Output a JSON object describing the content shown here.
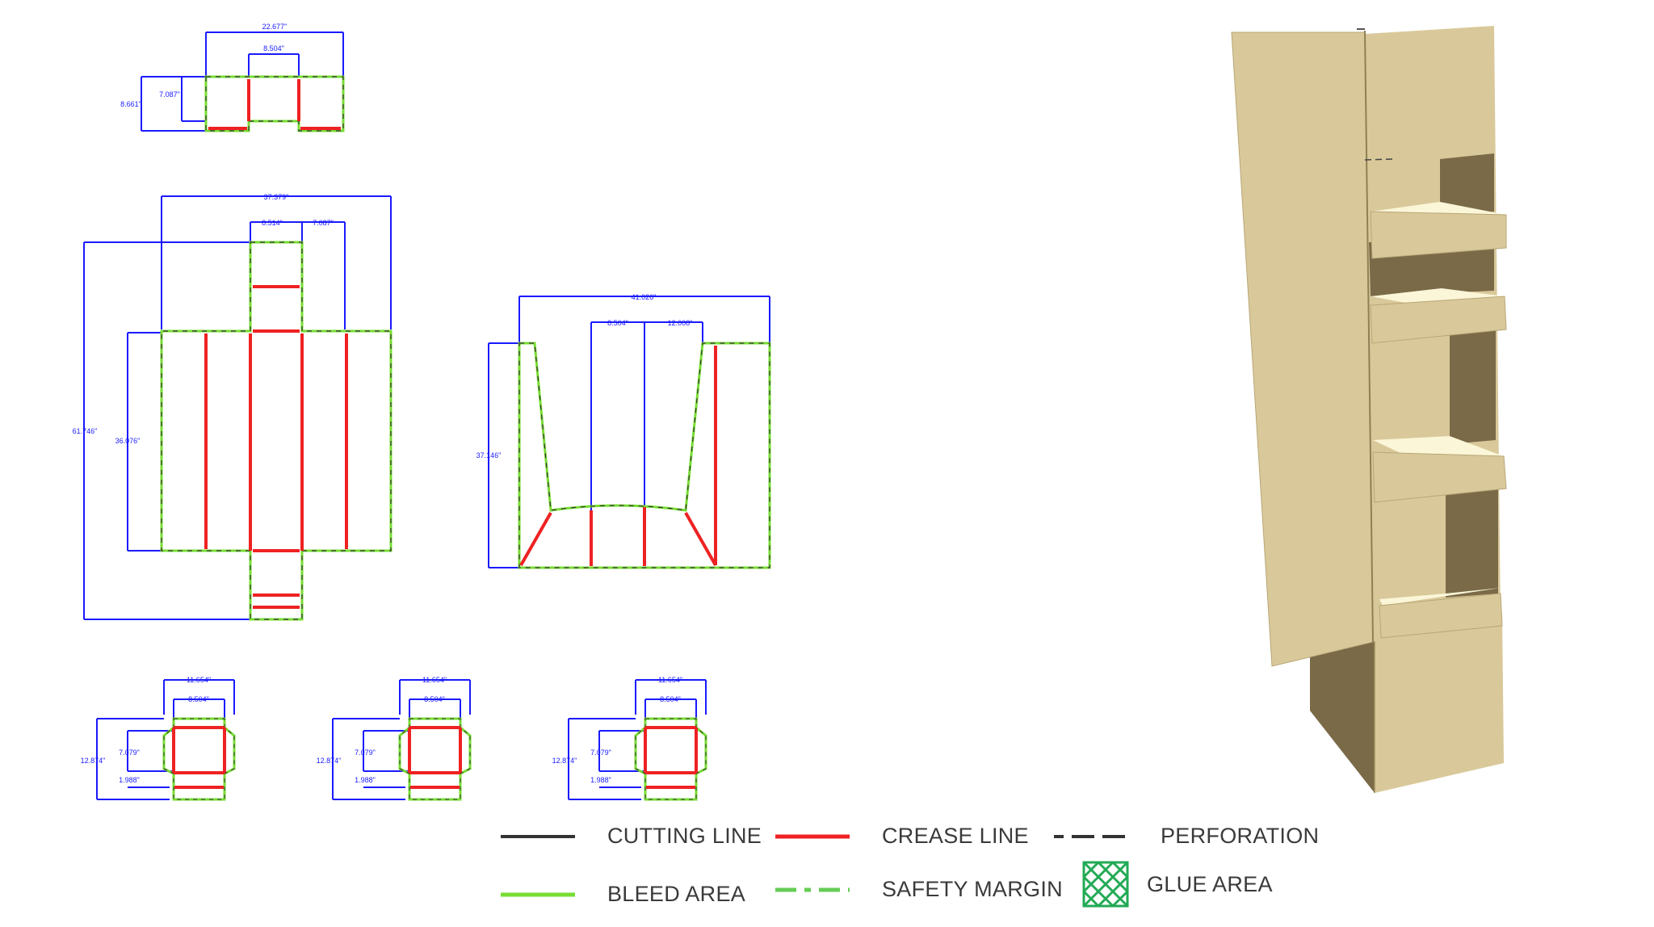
{
  "dimensions": {
    "header": {
      "overall_width": "22.677\"",
      "center_width": "8.504\"",
      "overall_height": "8.661\"",
      "inner_height": "7.087\""
    },
    "body": {
      "overall_width": "37.379\"",
      "center_width": "8.514\"",
      "side_width": "7.087\"",
      "overall_height": "61.746\"",
      "panel_height": "36.076\""
    },
    "tray": {
      "overall_width": "41.026\"",
      "center_width": "8.504\"",
      "side_width": "12.008\"",
      "overall_height": "37.146\""
    },
    "shelves": [
      {
        "overall_width": "11.654\"",
        "inner_width": "8.504\"",
        "overall_height": "12.874\"",
        "inner_height": "7.079\"",
        "lip_height": "1.988\""
      },
      {
        "overall_width": "11.654\"",
        "inner_width": "8.504\"",
        "overall_height": "12.874\"",
        "inner_height": "7.079\"",
        "lip_height": "1.988\""
      },
      {
        "overall_width": "11.654\"",
        "inner_width": "8.504\"",
        "overall_height": "12.874\"",
        "inner_height": "7.079\"",
        "lip_height": "1.988\""
      }
    ]
  },
  "legend": {
    "cutting_line": "CUTTING LINE",
    "crease_line": "CREASE LINE",
    "perforation": "PERFORATION",
    "bleed_area": "BLEED AREA",
    "safety_margin": "SAFETY MARGIN",
    "glue_area": "GLUE AREA"
  },
  "colors": {
    "dimension": "#1a1aff",
    "cutting": "#333333",
    "crease": "#ee2222",
    "bleed": "#77dd33",
    "safety": "#66cc55",
    "glue": "#22aa55",
    "cardboard": "#d9c99a",
    "cardboard_dark": "#7a6a48",
    "shelf_top": "#fbf6d8"
  }
}
